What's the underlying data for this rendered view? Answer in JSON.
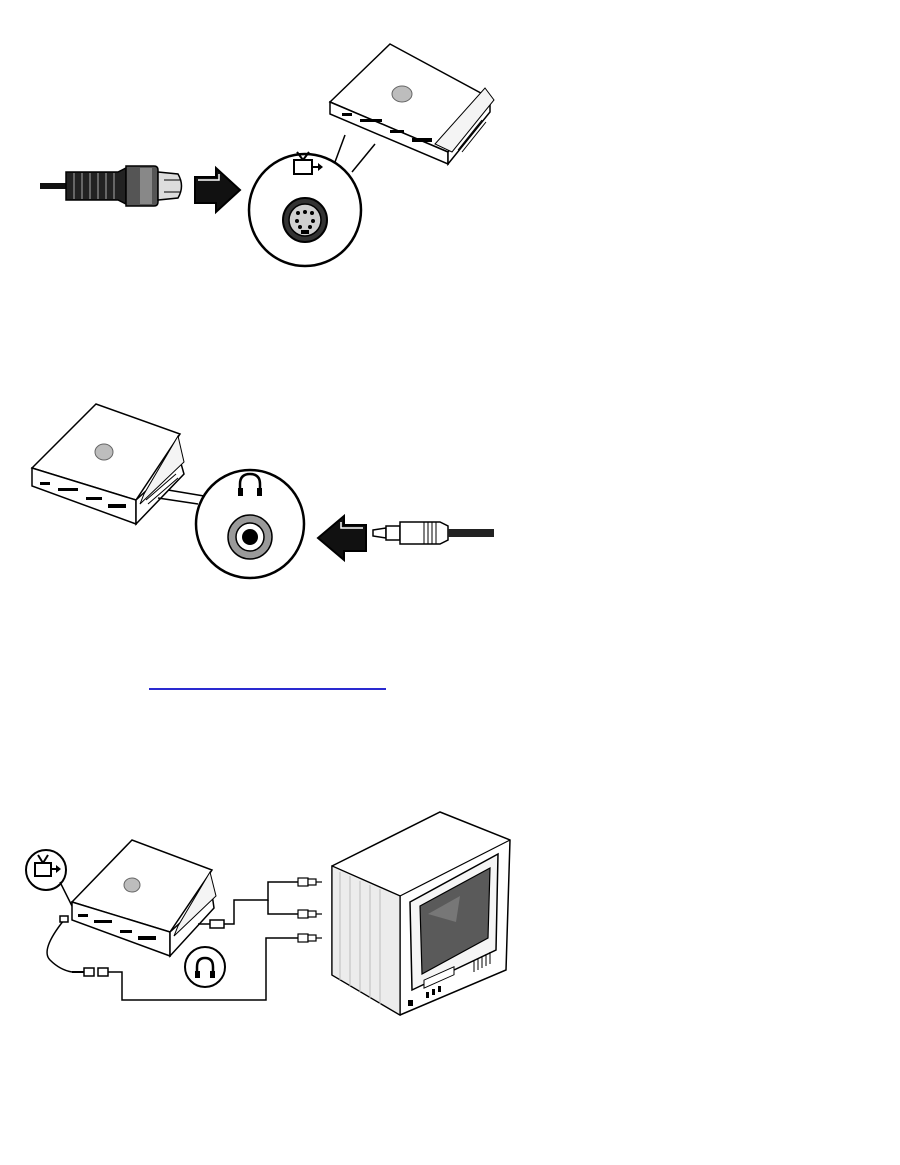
{
  "page": {
    "background": "#ffffff",
    "link_color": "#2a2ad0"
  },
  "figures": [
    {
      "icon": "tv-out-icon",
      "connector": "s-video-connector"
    },
    {
      "icon": "headphone-icon",
      "connector": "audio-plug"
    },
    {
      "icons": [
        "tv-out-icon",
        "headphone-icon"
      ],
      "connector": "television"
    }
  ],
  "colors": {
    "line": "#111111",
    "body_fill": "#ffffff",
    "logo": "#bdbdbd",
    "screen": "#5a5a5a"
  }
}
